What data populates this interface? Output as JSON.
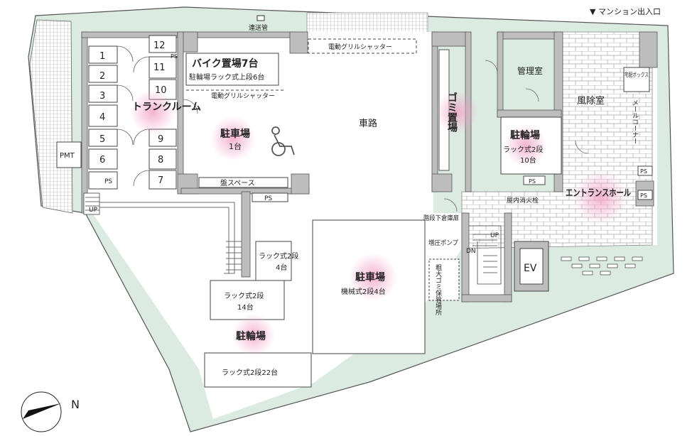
{
  "labels": {
    "entrance": "▼ マンション出入口",
    "pipe": "連送管",
    "shutter_top": "電動グリルシャッター",
    "shutter_mid": "電動グリルシャッター",
    "bike_title": "バイク置場7台",
    "bike_sub": "駐輪場ラック式上段6台",
    "trunk_room": "トランクルーム",
    "parking1_title": "駐車場",
    "parking1_count": "1台",
    "road": "車路",
    "board_space": "盤スペース",
    "ps": "PS",
    "pmt": "PMT",
    "up": "UP",
    "rack_2_4_a": "ラック式2段",
    "rack_2_4_b": "4台",
    "rack_2_14_a": "ラック式2段",
    "rack_2_14_b": "14台",
    "bicycle_title": "駐輪場",
    "rack_2_22": "ラック式2段22台",
    "parking2_title": "駐車場",
    "parking2_sub": "機械式2段4台",
    "garbage": "ゴミ置場",
    "bicycle2_title": "駐輪場",
    "bicycle2_sub": "ラック式2段",
    "bicycle2_count": "10台",
    "manager": "管理室",
    "windbreak": "風除室",
    "delivery": "宅配ボックス",
    "mail": "メールコーナー",
    "hall": "エントランスホール",
    "hydrant": "屋内消火栓",
    "stair_storage": "階段下倉庫扉",
    "pump": "増圧ポンプ",
    "garbage_store": "粗大ゴミ保管場所",
    "ev": "EV",
    "dn": "DN",
    "compass": "N"
  },
  "trunk_units": [
    "1",
    "2",
    "3",
    "4",
    "5",
    "6",
    "12",
    "11",
    "10",
    "9",
    "8",
    "7"
  ]
}
